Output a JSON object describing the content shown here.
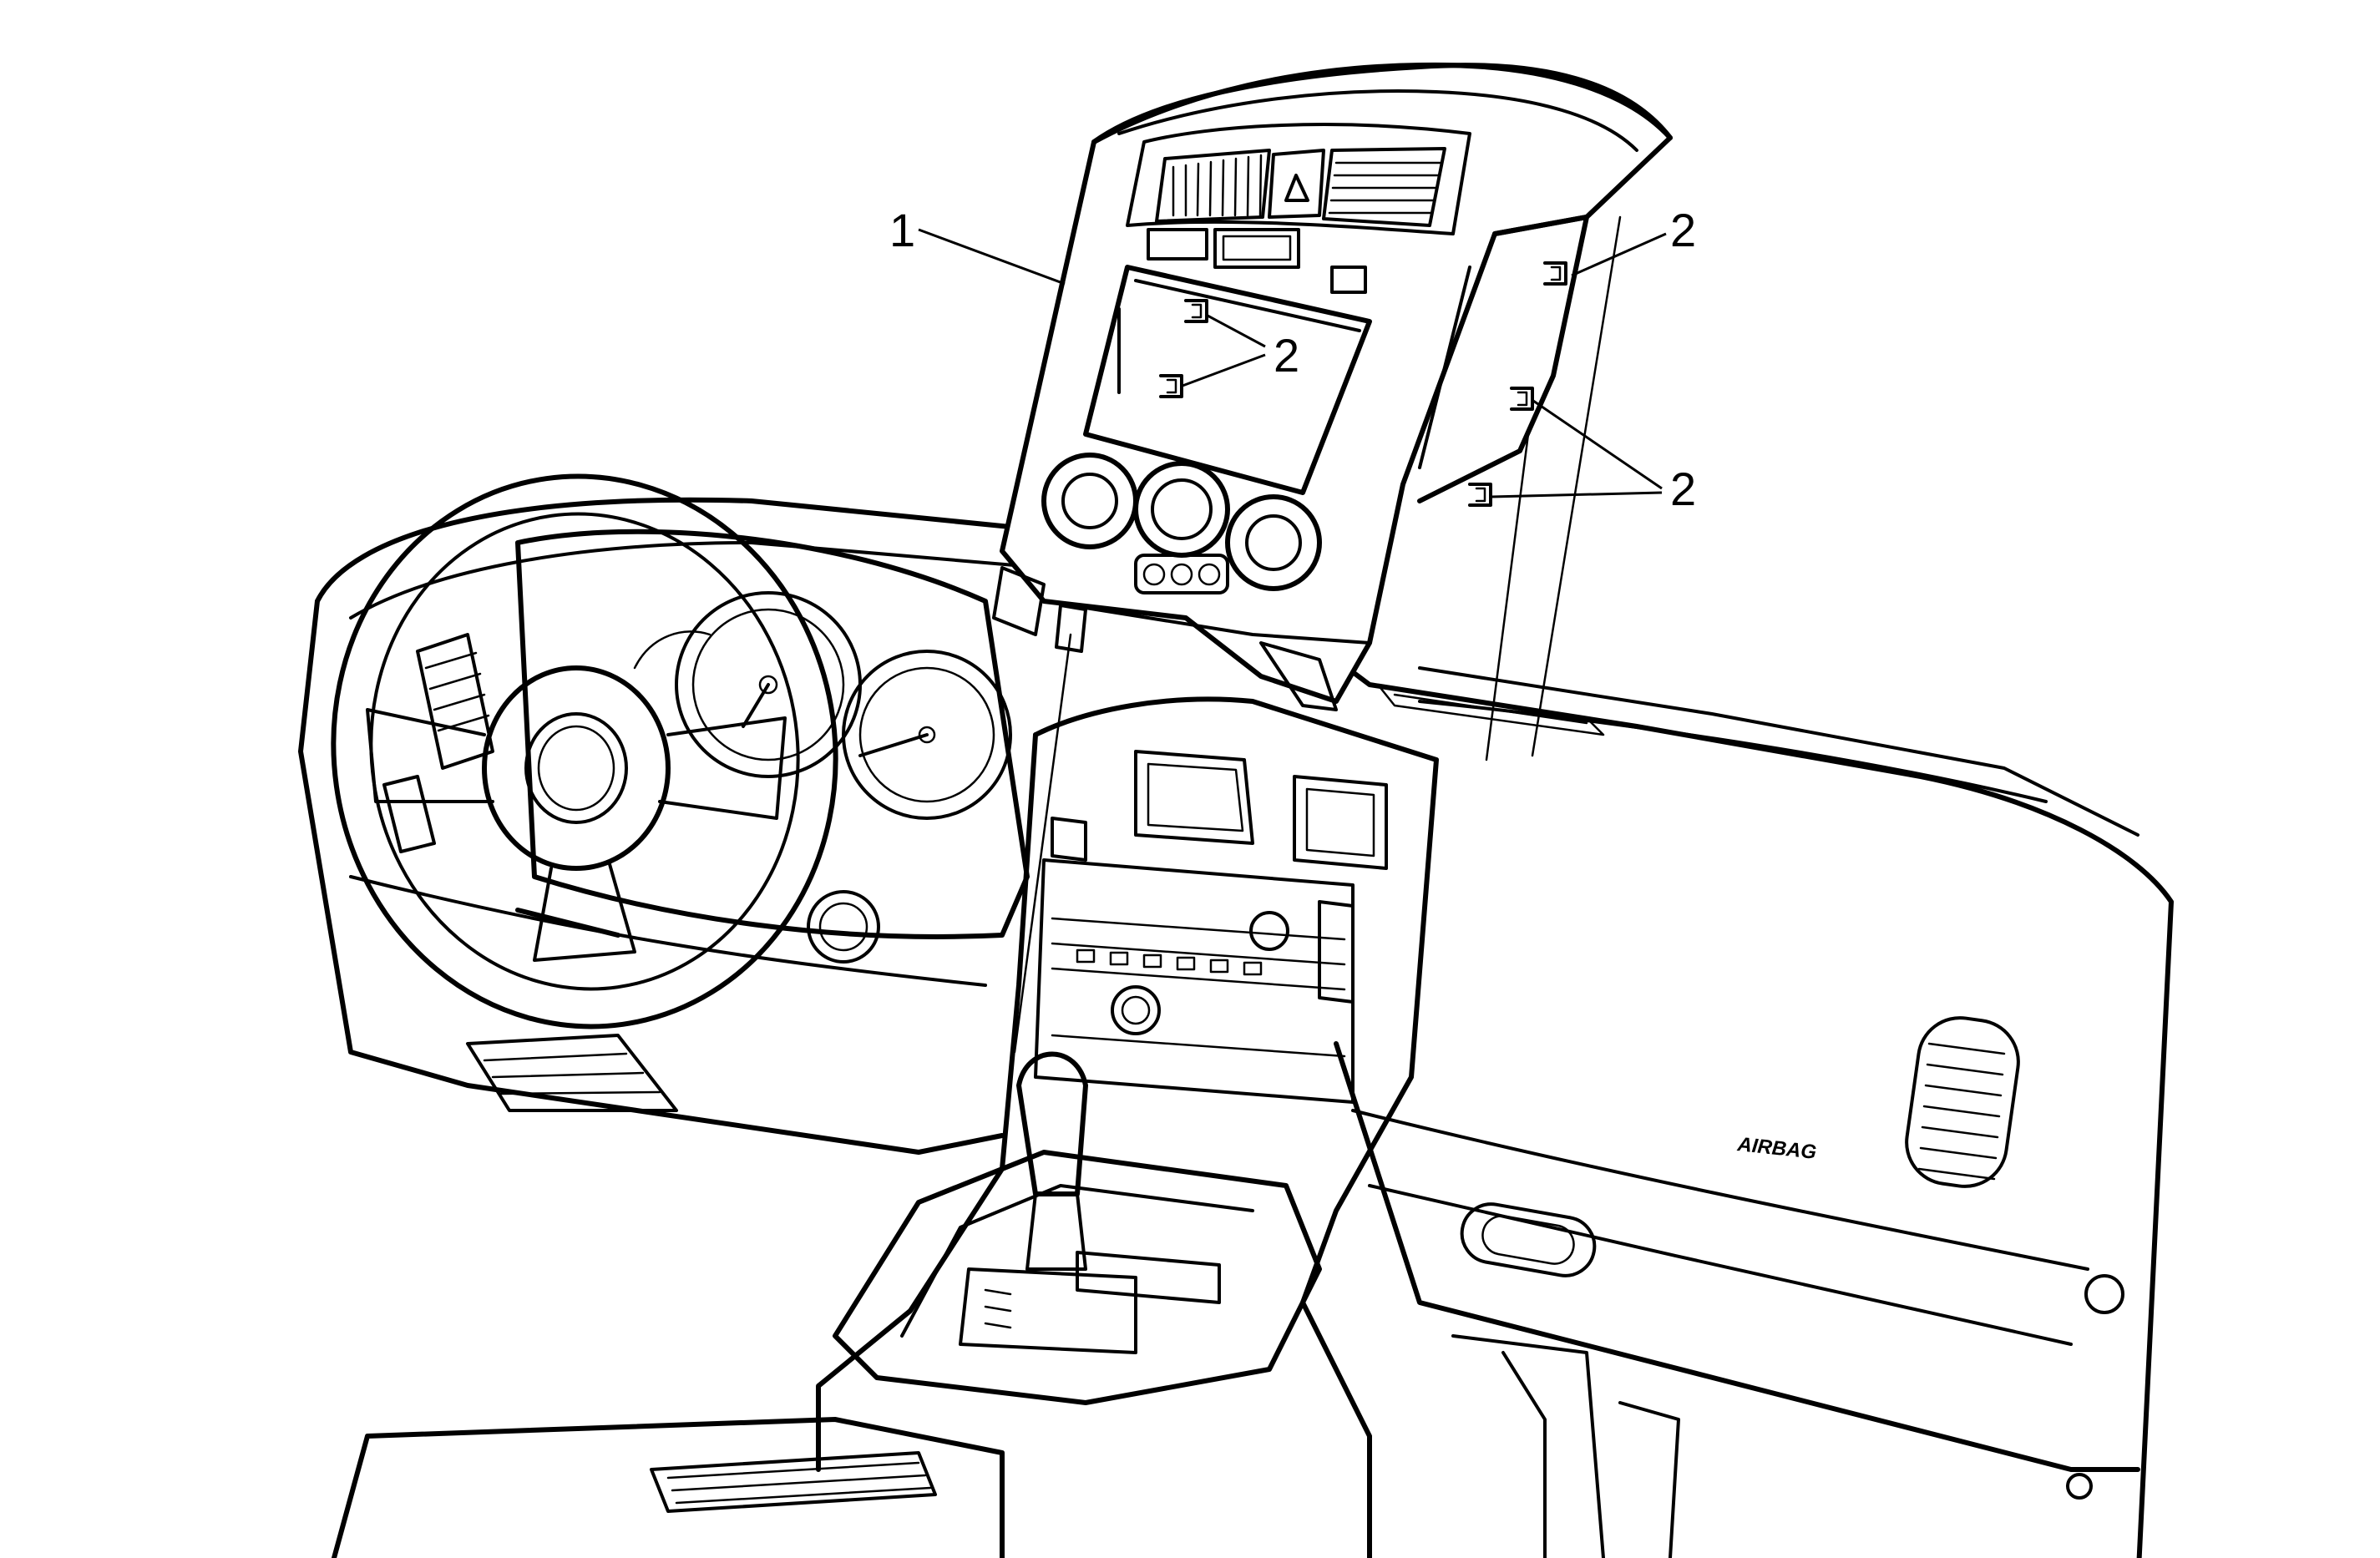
{
  "callouts": {
    "c1": "1",
    "c2_top_right": "2",
    "c2_center": "2",
    "c2_mid_right": "2"
  },
  "labels": {
    "airbag": "AIRBAG"
  }
}
